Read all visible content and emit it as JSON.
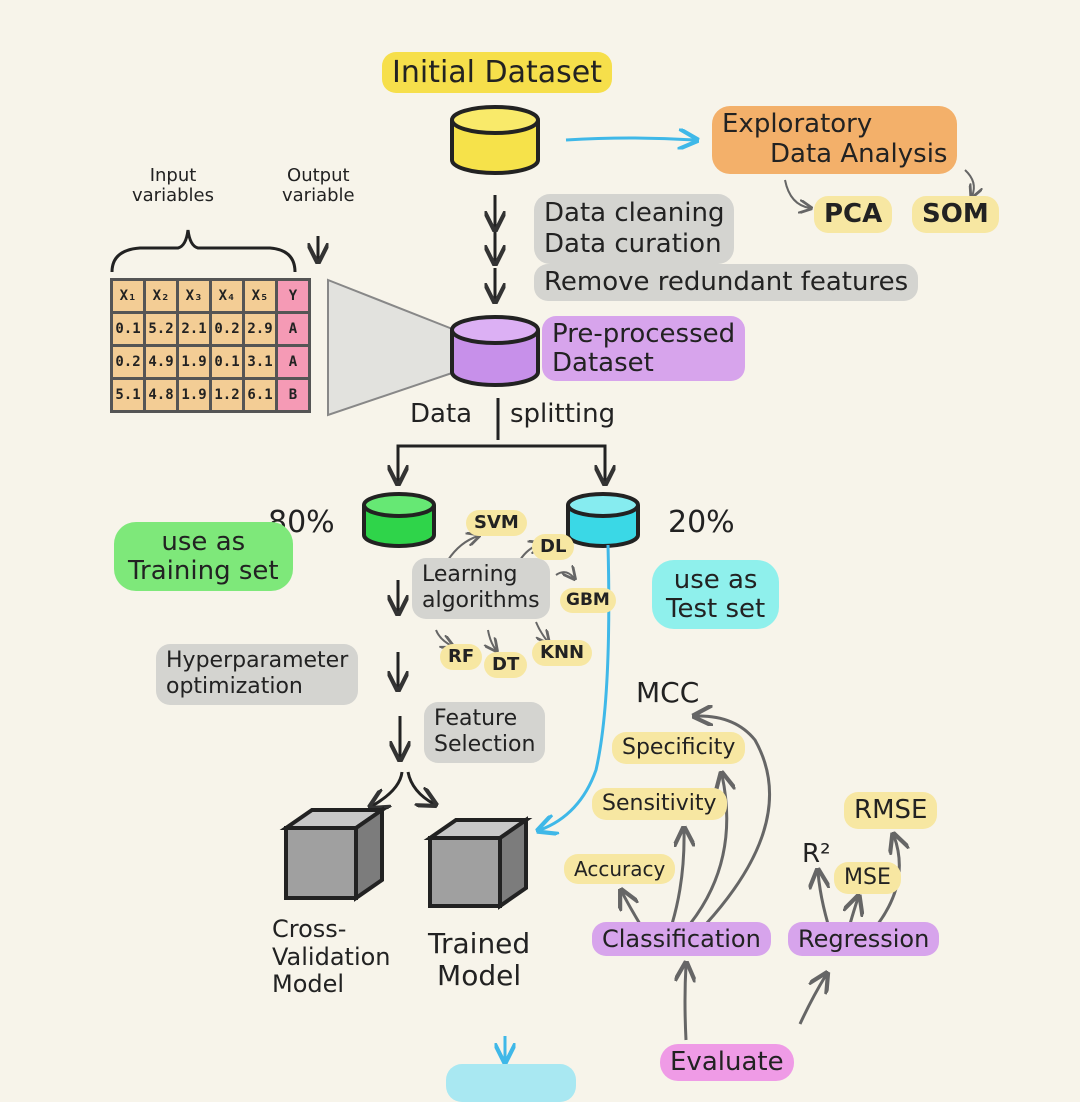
{
  "title": "Initial Dataset",
  "eda": {
    "line1": "Exploratory",
    "line2": "Data Analysis",
    "pca": "PCA",
    "som": "SOM"
  },
  "table": {
    "input_label_1": "Input",
    "input_label_2": "variables",
    "output_label_1": "Output",
    "output_label_2": "variable",
    "headers": [
      "X₁",
      "X₂",
      "X₃",
      "X₄",
      "X₅",
      "Y"
    ],
    "rows": [
      [
        "0.1",
        "5.2",
        "2.1",
        "0.2",
        "2.9",
        "A"
      ],
      [
        "0.2",
        "4.9",
        "1.9",
        "0.1",
        "3.1",
        "A"
      ],
      [
        "5.1",
        "4.8",
        "1.9",
        "1.2",
        "6.1",
        "B"
      ]
    ]
  },
  "steps": {
    "cleaning": "Data cleaning",
    "curation": "Data curation",
    "redundant": "Remove redundant features"
  },
  "preprocessed": {
    "line1": "Pre-processed",
    "line2": "Dataset"
  },
  "splitting": {
    "left": "Data",
    "right": "splitting"
  },
  "training": {
    "percent": "80%",
    "line1": "use as",
    "line2": "Training set"
  },
  "test": {
    "percent": "20%",
    "line1": "use as",
    "line2": "Test set"
  },
  "learning": {
    "line1": "Learning",
    "line2": "algorithms"
  },
  "algorithms": {
    "svm": "SVM",
    "dl": "DL",
    "gbm": "GBM",
    "rf": "RF",
    "dt": "DT",
    "knn": "KNN"
  },
  "hyper": {
    "line1": "Hyperparameter",
    "line2": "optimization"
  },
  "feature": {
    "line1": "Feature",
    "line2": "Selection"
  },
  "models": {
    "cv_line1": "Cross-",
    "cv_line2": "Validation",
    "cv_line3": "Model",
    "trained_line1": "Trained",
    "trained_line2": "Model"
  },
  "metrics": {
    "mcc": "MCC",
    "specificity": "Specificity",
    "sensitivity": "Sensitivity",
    "accuracy": "Accuracy",
    "rmse": "RMSE",
    "r2": "R²",
    "mse": "MSE",
    "classification": "Classification",
    "regression": "Regression"
  },
  "bottom": {
    "evaluate": "Evaluate"
  },
  "colors": {
    "yellow": "#f6df4b",
    "orange": "#f3b06a",
    "purple": "#d7a4ec",
    "green": "#7ee87a",
    "cyan": "#8ff0ec",
    "pink": "#ef9be6",
    "background": "#f7f4ea"
  }
}
